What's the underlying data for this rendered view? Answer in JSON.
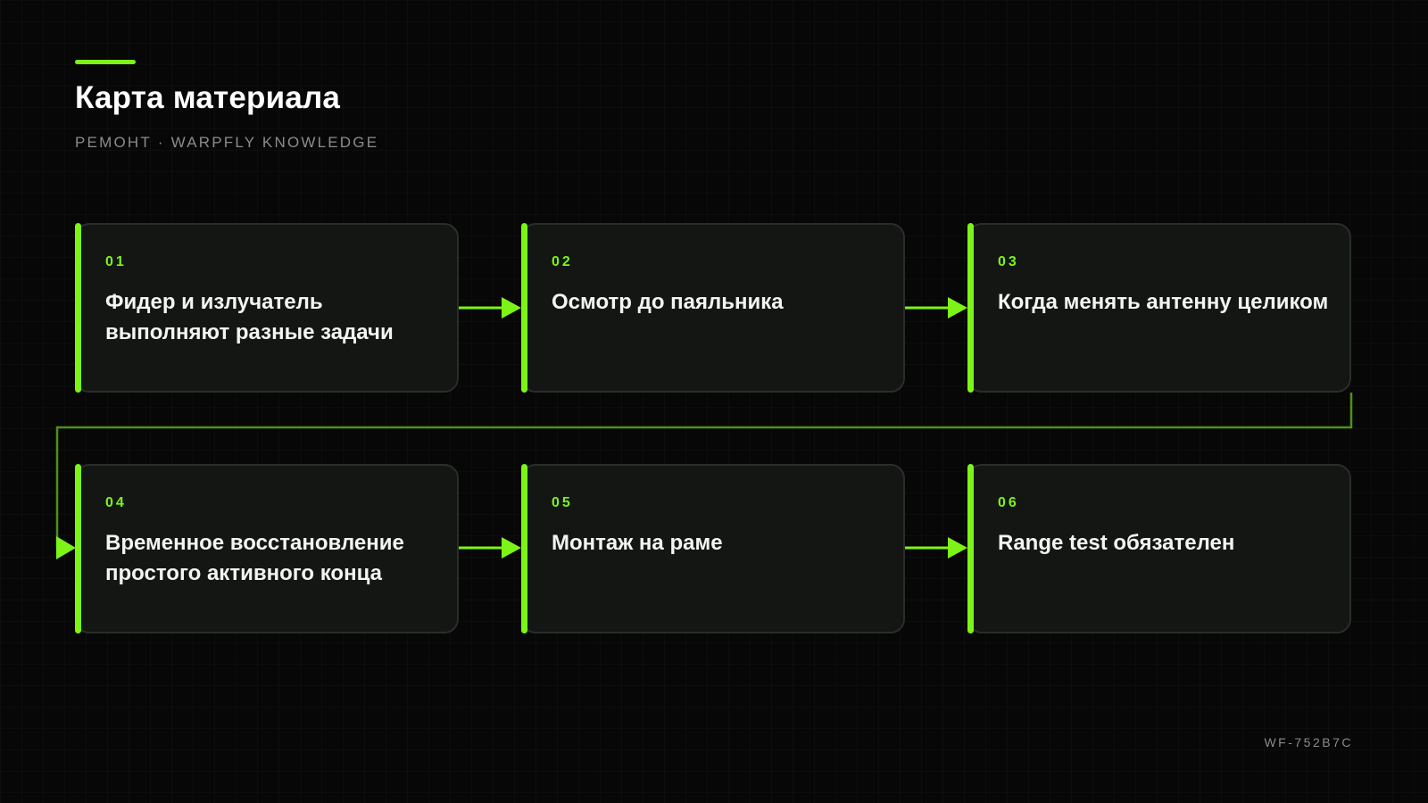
{
  "header": {
    "title": "Карта материала",
    "subtitle": "РЕМОНТ · WARPFLY KNOWLEDGE"
  },
  "colors": {
    "accent": "#7cf418",
    "background": "#060706",
    "card": "#141614",
    "connector_dim": "#4f8f18"
  },
  "steps": [
    {
      "num": "01",
      "text": "Фидер и излучатель выполняют разные задачи"
    },
    {
      "num": "02",
      "text": "Осмотр до паяльника"
    },
    {
      "num": "03",
      "text": "Когда менять антенну целиком"
    },
    {
      "num": "04",
      "text": "Временное восстановление простого активного конца"
    },
    {
      "num": "05",
      "text": "Монтаж на раме"
    },
    {
      "num": "06",
      "text": "Range test обязателен"
    }
  ],
  "footer": {
    "code": "WF-752B7C"
  }
}
